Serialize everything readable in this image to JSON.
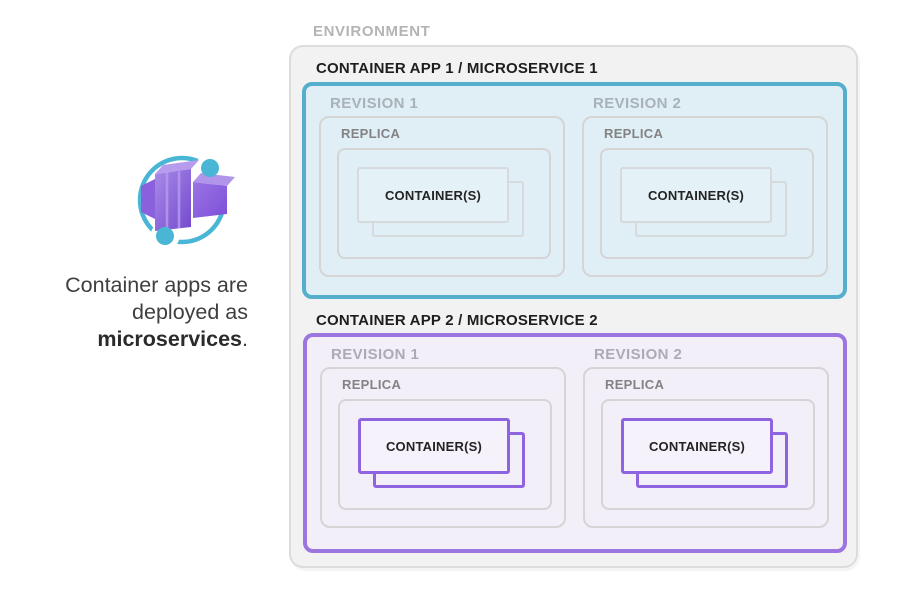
{
  "left_panel": {
    "icon_name": "azure-container-apps-icon",
    "caption": {
      "line1": "Container apps are",
      "line2": "deployed as",
      "line3_bold": "microservices",
      "line3_suffix": "."
    }
  },
  "diagram": {
    "environment_label": "ENVIRONMENT",
    "apps": [
      {
        "label": "CONTAINER APP 1 / MICROSERVICE 1",
        "accent_color": "#55AECC",
        "fill_color": "#DFEFF5",
        "container_border_color": "#D6DADC",
        "revisions": [
          {
            "label": "REVISION 1",
            "replica_label": "REPLICA",
            "container_label": "CONTAINER(S)"
          },
          {
            "label": "REVISION 2",
            "replica_label": "REPLICA",
            "container_label": "CONTAINER(S)"
          }
        ]
      },
      {
        "label": "CONTAINER APP 2 / MICROSERVICE 2",
        "accent_color": "#9C76E0",
        "fill_color": "#F2EFF9",
        "container_border_color": "#8F64E1",
        "revisions": [
          {
            "label": "REVISION 1",
            "replica_label": "REPLICA",
            "container_label": "CONTAINER(S)"
          },
          {
            "label": "REVISION 2",
            "replica_label": "REPLICA",
            "container_label": "CONTAINER(S)"
          }
        ]
      }
    ]
  },
  "colors": {
    "environment_fill": "#F2F2F2",
    "environment_border": "#DCDCDC",
    "environment_label_gray": "#B4B4B4",
    "revision_label_gray": "#ADAAB5",
    "replica_label_gray": "#838383",
    "neutral_box_border": "#D5D5D5",
    "app_label_text": "#1E1E1E",
    "container_label_text": "#242424",
    "caption_text": "#3F3F3F",
    "icon_teal": "#49B6D6",
    "icon_purple_dark": "#7448CE",
    "icon_purple_main": "#8458DC",
    "icon_purple_light": "#B79CEE"
  }
}
